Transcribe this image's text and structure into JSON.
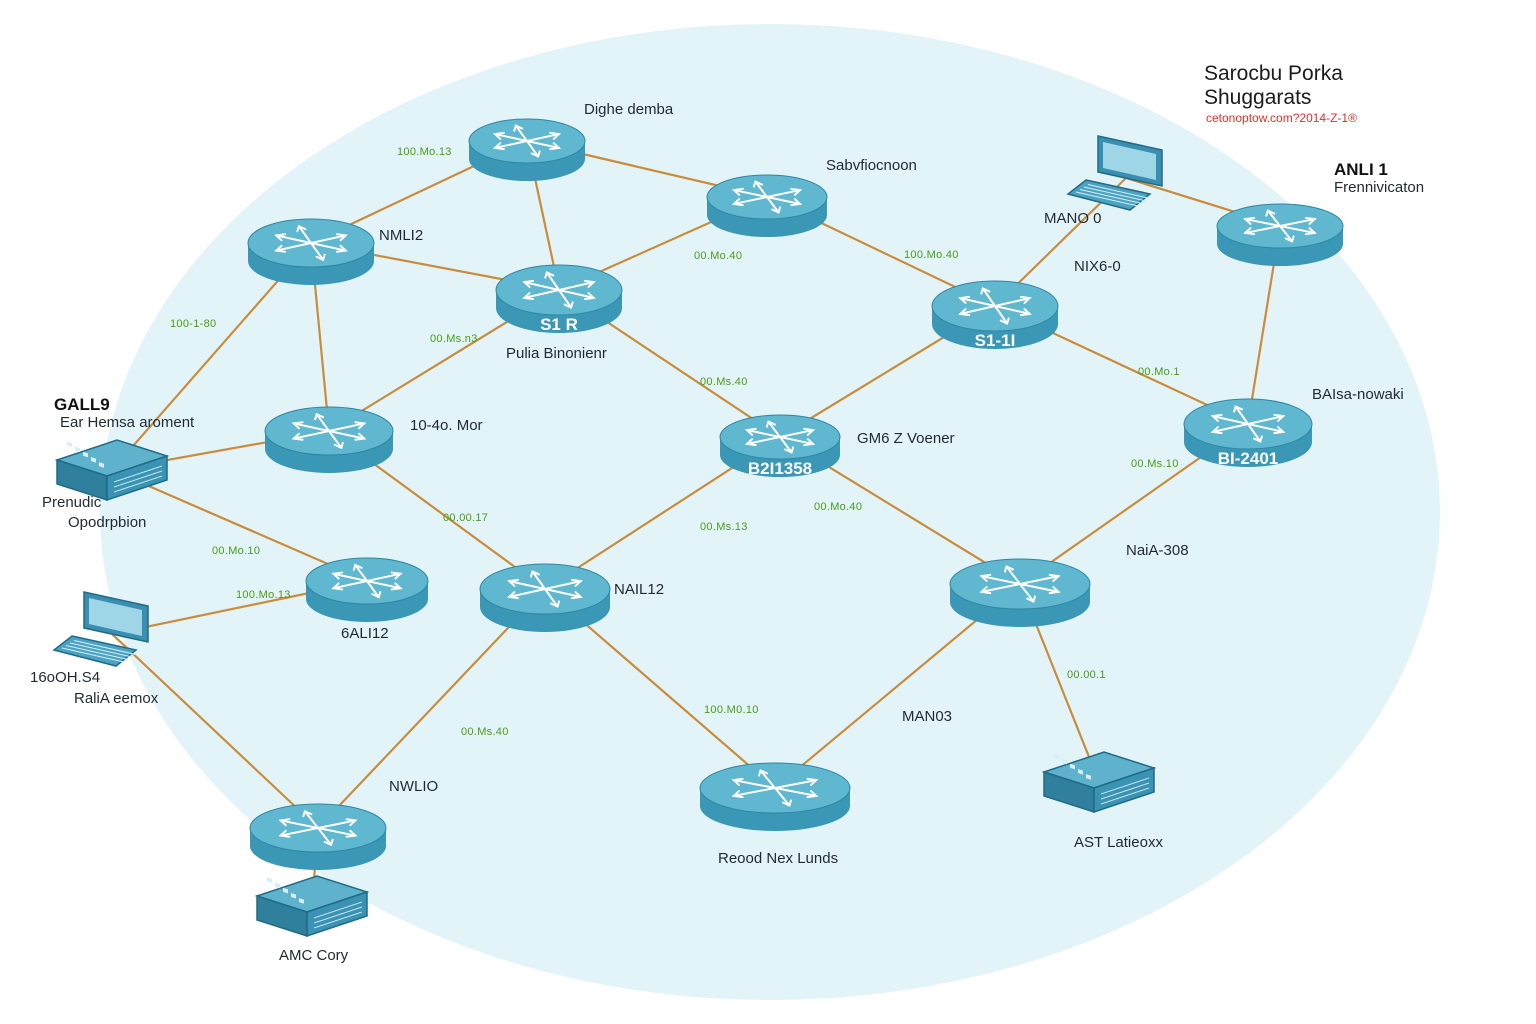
{
  "header": {
    "title_line1": "Sarocbu Porka",
    "title_line2": "Shuggarats",
    "subtitle": "cetonoptow.com?2014-Z-1®"
  },
  "colors": {
    "background_ellipse": "#e3f4f8",
    "router_body": "#3a97b5",
    "router_top": "#5fb7d0",
    "link": "#c98c3c",
    "speed_label": "#4a9a1c"
  },
  "nodes": [
    {
      "id": "r-top",
      "kind": "router",
      "icon": "router-icon",
      "labels": [
        "Dighe demba"
      ]
    },
    {
      "id": "r-nw",
      "kind": "router",
      "icon": "router-icon",
      "labels": [
        "NMLI2"
      ]
    },
    {
      "id": "r-center",
      "kind": "router",
      "icon": "router-icon",
      "labels": [
        "Pulia Binonienr"
      ],
      "plate": "S1 R"
    },
    {
      "id": "r-upper",
      "kind": "router",
      "icon": "router-icon",
      "labels": [
        "Sabvfiocnoon"
      ]
    },
    {
      "id": "r-west",
      "kind": "router",
      "icon": "router-icon",
      "labels": [
        "10-4o. Mor"
      ]
    },
    {
      "id": "r-mid",
      "kind": "router",
      "icon": "router-icon",
      "labels": [
        "GM6 Z Voener"
      ],
      "plate": "B2I1358"
    },
    {
      "id": "r-ne",
      "kind": "router",
      "icon": "router-icon",
      "labels": [
        "NIX6-0"
      ],
      "plate": "S1-1I"
    },
    {
      "id": "r-far-ne",
      "kind": "router",
      "icon": "router-icon",
      "labels": [
        "ANLI 1",
        "Frennivicaton"
      ]
    },
    {
      "id": "r-east",
      "kind": "router",
      "icon": "router-icon",
      "labels": [
        "BAIsa-nowaki"
      ],
      "plate": "BI-2401"
    },
    {
      "id": "r-sw",
      "kind": "router",
      "icon": "router-icon",
      "labels": [
        "6ALI12"
      ]
    },
    {
      "id": "r-lowmid",
      "kind": "router",
      "icon": "router-icon",
      "labels": [
        "NAIL12"
      ]
    },
    {
      "id": "r-se",
      "kind": "router",
      "icon": "router-icon",
      "labels": [
        "NaiA-308"
      ]
    },
    {
      "id": "r-bottom",
      "kind": "router",
      "icon": "router-icon",
      "labels": [
        "MAN03",
        "Reood Nex Lunds"
      ]
    },
    {
      "id": "r-bl",
      "kind": "router",
      "icon": "router-icon",
      "labels": [
        "NWLIO"
      ]
    },
    {
      "id": "sw-left",
      "kind": "switch",
      "icon": "switch-icon",
      "labels": [
        "GALL9",
        "Ear Hemsa aroment",
        "Prenudic",
        "Opodrpbion"
      ]
    },
    {
      "id": "pc-left",
      "kind": "computer",
      "icon": "computer-icon",
      "labels": [
        "16oOH.S4",
        "RaliA eemox"
      ]
    },
    {
      "id": "pc-top",
      "kind": "computer",
      "icon": "computer-icon",
      "labels": [
        "MANO 0"
      ]
    },
    {
      "id": "sw-right",
      "kind": "switch",
      "icon": "switch-icon",
      "labels": [
        "AST Latieoxx"
      ]
    },
    {
      "id": "sw-bottom",
      "kind": "switch",
      "icon": "switch-icon",
      "labels": [
        "AMC Cory"
      ]
    }
  ],
  "links": [
    {
      "from": "r-top",
      "to": "r-nw",
      "speed": "100.Mo.13"
    },
    {
      "from": "r-top",
      "to": "r-center",
      "speed": ""
    },
    {
      "from": "r-top",
      "to": "r-upper",
      "speed": ""
    },
    {
      "from": "r-nw",
      "to": "r-center",
      "speed": ""
    },
    {
      "from": "r-nw",
      "to": "r-west",
      "speed": ""
    },
    {
      "from": "r-nw",
      "to": "sw-left",
      "speed": "100-1-80"
    },
    {
      "from": "r-center",
      "to": "r-west",
      "speed": "00.Ms.n3"
    },
    {
      "from": "r-center",
      "to": "r-upper",
      "speed": "00.Mo.40"
    },
    {
      "from": "r-center",
      "to": "r-mid",
      "speed": "00.Ms.40"
    },
    {
      "from": "r-upper",
      "to": "r-ne",
      "speed": "100.Mo.40"
    },
    {
      "from": "r-ne",
      "to": "r-mid",
      "speed": ""
    },
    {
      "from": "r-ne",
      "to": "pc-top",
      "speed": ""
    },
    {
      "from": "r-ne",
      "to": "r-east",
      "speed": "00.Mo.1"
    },
    {
      "from": "pc-top",
      "to": "r-far-ne",
      "speed": ""
    },
    {
      "from": "r-far-ne",
      "to": "r-east",
      "speed": ""
    },
    {
      "from": "r-west",
      "to": "sw-left",
      "speed": ""
    },
    {
      "from": "r-west",
      "to": "r-lowmid",
      "speed": "00.00.17"
    },
    {
      "from": "sw-left",
      "to": "r-sw",
      "speed": "00.Mo.10"
    },
    {
      "from": "r-mid",
      "to": "r-lowmid",
      "speed": "00.Ms.13"
    },
    {
      "from": "r-mid",
      "to": "r-se",
      "speed": "00.Mo.40"
    },
    {
      "from": "r-east",
      "to": "r-se",
      "speed": "00.Ms.10"
    },
    {
      "from": "r-sw",
      "to": "pc-left",
      "speed": "100.Mo.13"
    },
    {
      "from": "r-lowmid",
      "to": "r-bottom",
      "speed": "100.M0.10"
    },
    {
      "from": "r-lowmid",
      "to": "r-bl",
      "speed": "00.Ms.40"
    },
    {
      "from": "r-se",
      "to": "r-bottom",
      "speed": ""
    },
    {
      "from": "r-se",
      "to": "sw-right",
      "speed": "00.00.1"
    },
    {
      "from": "pc-left",
      "to": "r-bl",
      "speed": ""
    },
    {
      "from": "r-bl",
      "to": "sw-bottom",
      "speed": ""
    }
  ]
}
